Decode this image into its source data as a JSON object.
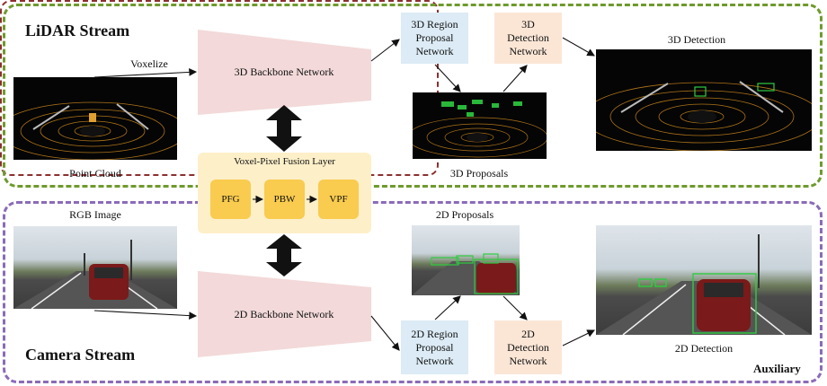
{
  "lidar_stream": {
    "title": "LiDAR Stream"
  },
  "camera_stream": {
    "title": "Camera Stream"
  },
  "auxiliary": {
    "label": "Auxiliary"
  },
  "labels": {
    "voxelize": "Voxelize",
    "point_cloud": "Point Cloud",
    "rgb_image": "RGB Image",
    "proposals_3d": "3D Proposals",
    "detection_3d": "3D Detection",
    "proposals_2d": "2D Proposals",
    "detection_2d": "2D Detection"
  },
  "networks": {
    "backbone_3d": "3D Backbone Network",
    "backbone_2d": "2D Backbone Network",
    "rpn_3d": "3D Region\nProposal\nNetwork",
    "det_3d": "3D\nDetection\nNetwork",
    "rpn_2d": "2D Region\nProposal\nNetwork",
    "det_2d": "2D\nDetection\nNetwork"
  },
  "fusion": {
    "title": "Voxel-Pixel Fusion Layer",
    "modules": [
      "PFG",
      "PBW",
      "VPF"
    ]
  },
  "colors": {
    "lidar_border": "#6e9a2c",
    "camera_border": "#8a6bb8",
    "aux_border": "#8b2f2f",
    "backbone_fill": "#f3d9d9",
    "rpn_fill": "#dcebf5",
    "det_fill": "#fbe6d6",
    "fusion_fill": "#fdefc8",
    "module_fill": "#f9cb4e",
    "box_green": "#2ecc40"
  }
}
